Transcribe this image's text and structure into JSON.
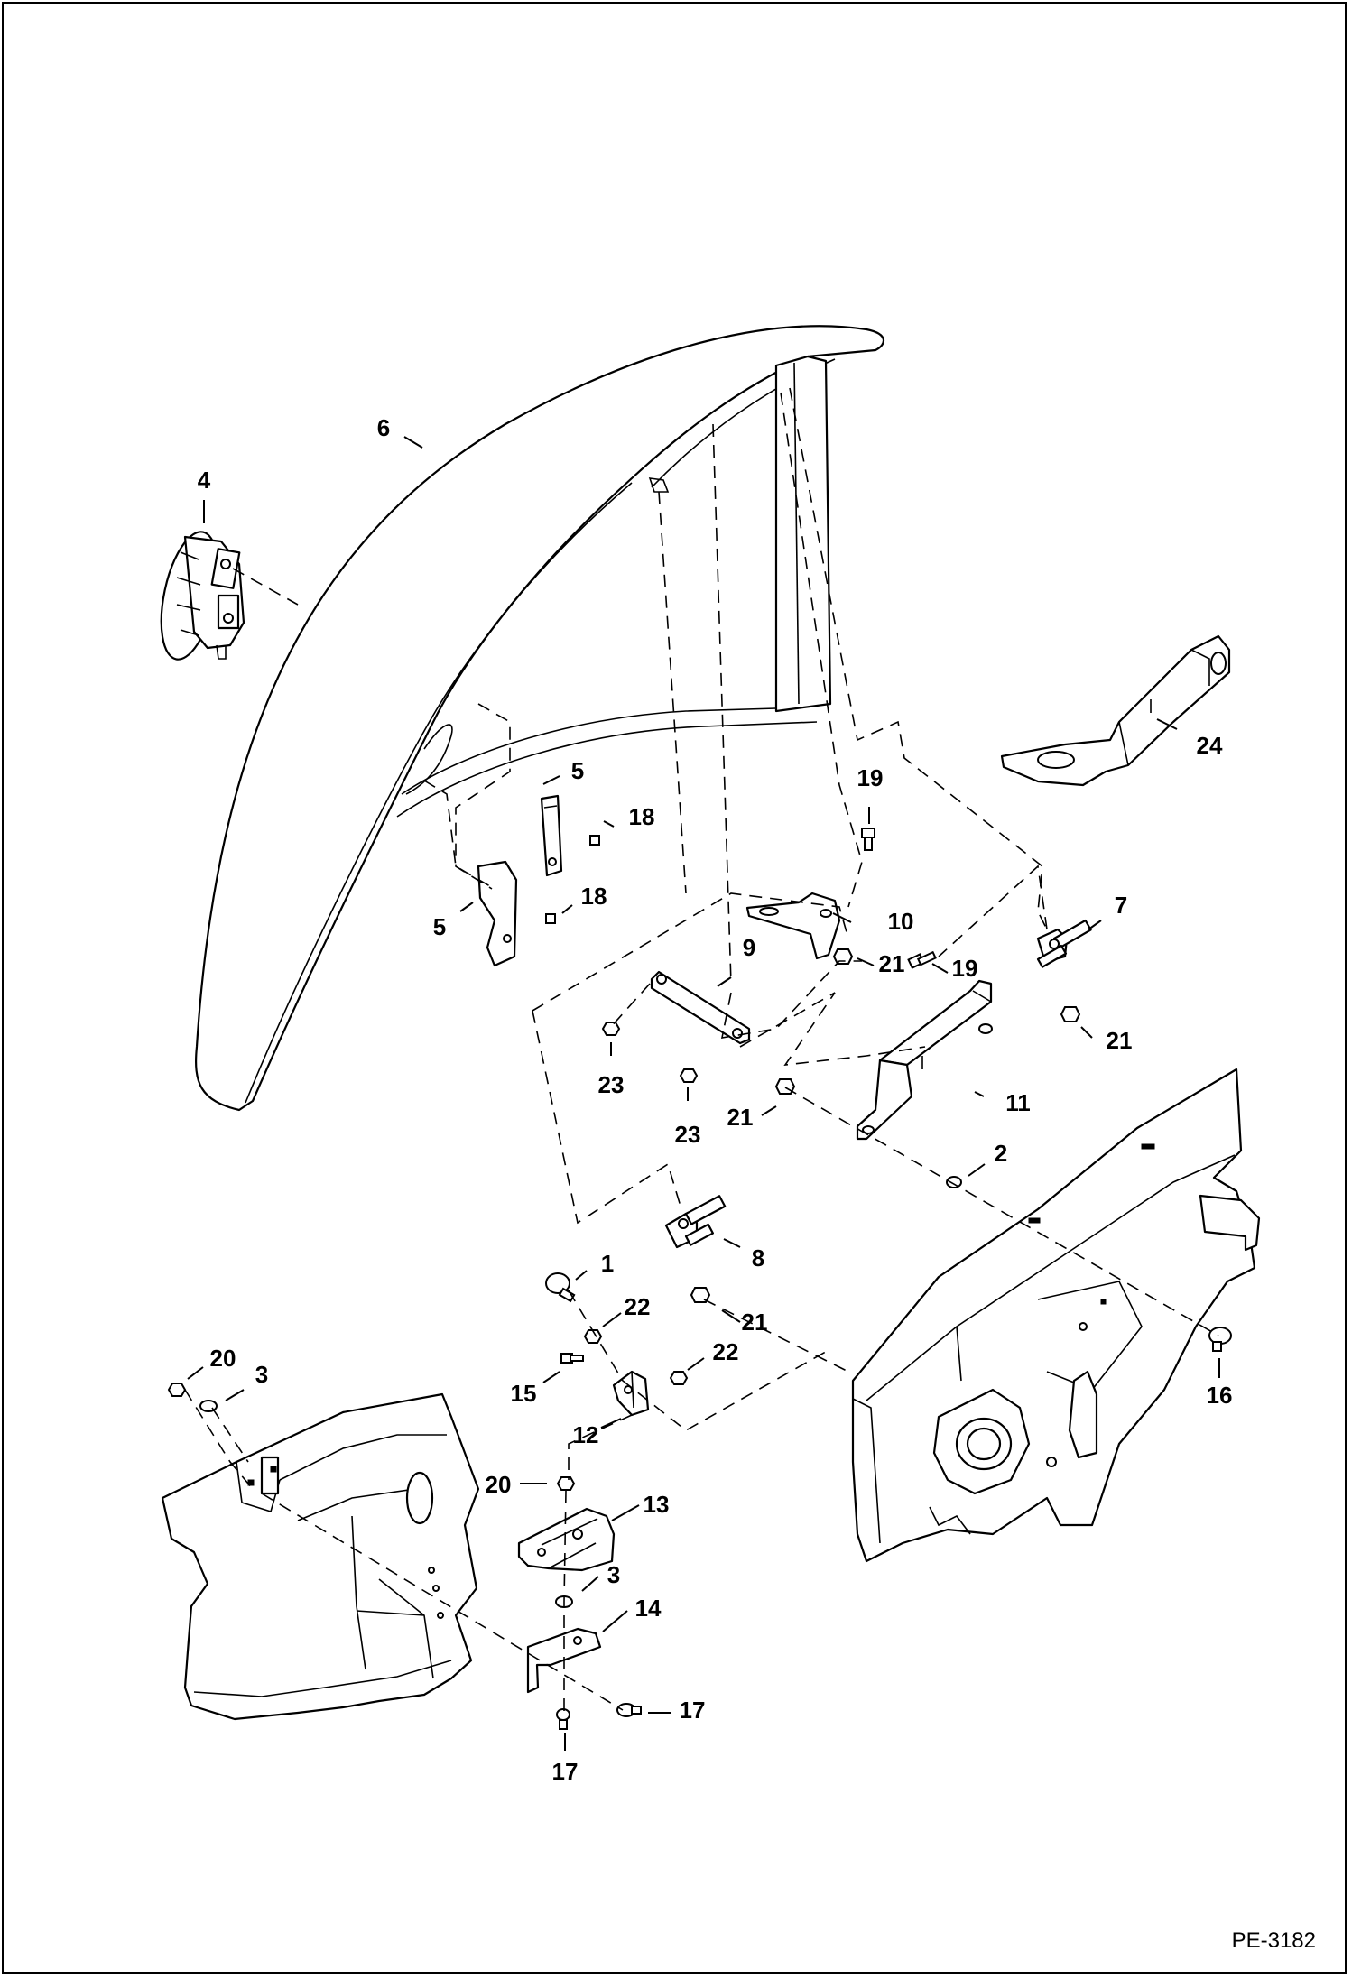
{
  "figure_code": "PE-3182",
  "callouts": [
    {
      "id": "c6",
      "text": "6"
    },
    {
      "id": "c4",
      "text": "4"
    },
    {
      "id": "c24",
      "text": "24"
    },
    {
      "id": "c19a",
      "text": "19"
    },
    {
      "id": "c5a",
      "text": "5"
    },
    {
      "id": "c18a",
      "text": "18"
    },
    {
      "id": "c18b",
      "text": "18"
    },
    {
      "id": "c5b",
      "text": "5"
    },
    {
      "id": "c10",
      "text": "10"
    },
    {
      "id": "c7",
      "text": "7"
    },
    {
      "id": "c21a",
      "text": "21"
    },
    {
      "id": "c19b",
      "text": "19"
    },
    {
      "id": "c9",
      "text": "9"
    },
    {
      "id": "c21b",
      "text": "21"
    },
    {
      "id": "c23a",
      "text": "23"
    },
    {
      "id": "c23b",
      "text": "23"
    },
    {
      "id": "c21c",
      "text": "21"
    },
    {
      "id": "c11",
      "text": "11"
    },
    {
      "id": "c2",
      "text": "2"
    },
    {
      "id": "c8",
      "text": "8"
    },
    {
      "id": "c1",
      "text": "1"
    },
    {
      "id": "c22a",
      "text": "22"
    },
    {
      "id": "c21d",
      "text": "21"
    },
    {
      "id": "c20a",
      "text": "20"
    },
    {
      "id": "c3a",
      "text": "3"
    },
    {
      "id": "c22b",
      "text": "22"
    },
    {
      "id": "c15",
      "text": "15"
    },
    {
      "id": "c12",
      "text": "12"
    },
    {
      "id": "c16",
      "text": "16"
    },
    {
      "id": "c20b",
      "text": "20"
    },
    {
      "id": "c13",
      "text": "13"
    },
    {
      "id": "c3b",
      "text": "3"
    },
    {
      "id": "c14",
      "text": "14"
    },
    {
      "id": "c17a",
      "text": "17"
    },
    {
      "id": "c17b",
      "text": "17"
    }
  ]
}
